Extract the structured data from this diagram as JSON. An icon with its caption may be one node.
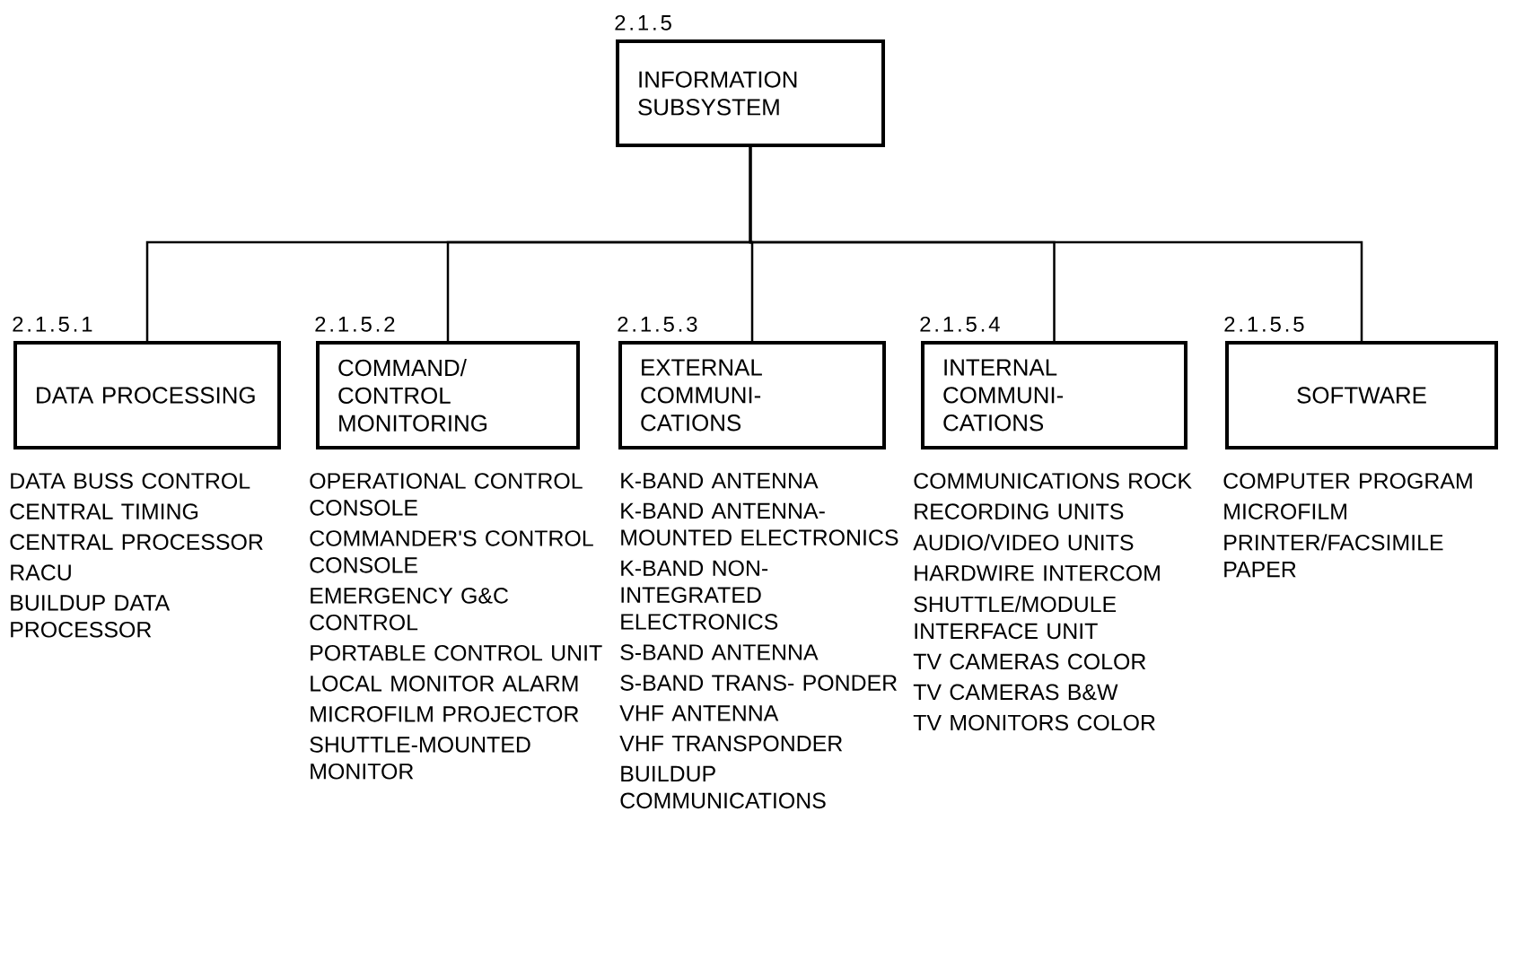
{
  "diagram": {
    "nodes": [
      {
        "text": [
          "INFORMATION SUBSYSTEM"
        ],
        "beside": [
          "2.1.5"
        ]
      },
      {
        "text": [
          "DATA PROCESSING"
        ],
        "beside": [
          "2.1.5.1",
          "DATA BUSS CONTROL",
          "CENTRAL TIMING",
          "CENTRAL PROCESSOR",
          "RACU",
          "BUILDUP DATA PROCESSOR"
        ]
      },
      {
        "text": [
          "COMMAND/ CONTROL MONITORING"
        ],
        "beside": [
          "2.1.5.2",
          "OPERATIONAL CONTROL CONSOLE",
          "COMMANDER'S CONTROL CONSOLE",
          "EMERGENCY G&C CONTROL",
          "PORTABLE CONTROL UNIT",
          "LOCAL MONITOR ALARM",
          "MICROFILM PROJECTOR",
          "SHUTTLE-MOUNTED MONITOR"
        ]
      },
      {
        "text": [
          "EXTERNAL COMMUNI- CATIONS"
        ],
        "beside": [
          "2.1.5.3",
          "K-BAND ANTENNA",
          "K-BAND ANTENNA- MOUNTED ELECTRONICS",
          "K-BAND NON- INTEGRATED ELECTRONICS",
          "S-BAND ANTENNA",
          "S-BAND TRANS- PONDER",
          "VHF ANTENNA",
          "VHF TRANSPONDER",
          "BUILDUP COMMUNICATIONS"
        ]
      },
      {
        "text": [
          "INTERNAL COMMUNI- CATIONS"
        ],
        "beside": [
          "2.1.5.4",
          "COMMUNICATIONS ROCK",
          "RECORDING UNITS",
          "AUDIO/VIDEO UNITS",
          "HARDWIRE INTERCOM",
          "SHUTTLE/MODULE INTERFACE UNIT",
          "TV CAMERAS COLOR",
          "TV CAMERAS B&W",
          "TV MONITORS COLOR"
        ]
      },
      {
        "text": [
          "SOFTWARE"
        ],
        "beside": [
          "2.1.5.5",
          "COMPUTER PROGRAM",
          "MICROFILM",
          "PRINTER/FACSIMILE PAPER"
        ]
      }
    ],
    "edges": [
      {
        "from": 0,
        "to": 1,
        "arrow": "none"
      },
      {
        "from": 0,
        "to": 2,
        "arrow": "none"
      },
      {
        "from": 0,
        "to": 3,
        "arrow": "none"
      },
      {
        "from": 0,
        "to": 4,
        "arrow": "none"
      },
      {
        "from": 0,
        "to": 5,
        "arrow": "none"
      }
    ]
  }
}
